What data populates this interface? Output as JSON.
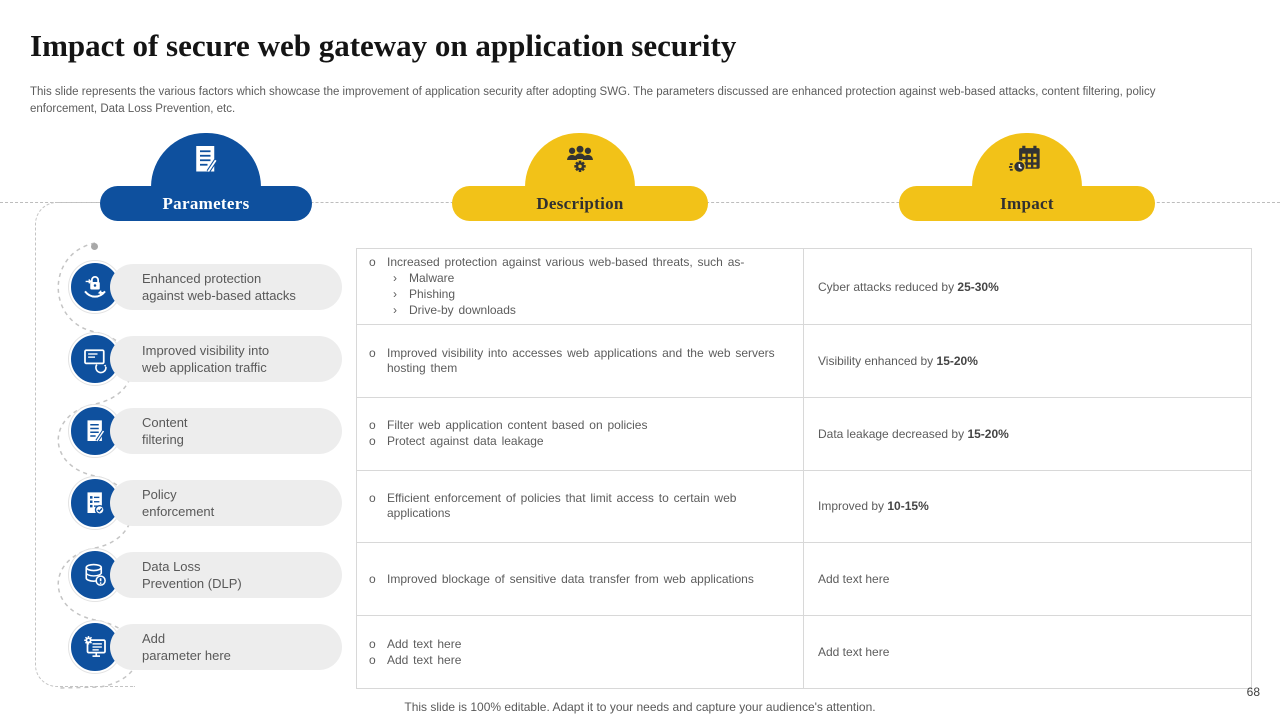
{
  "slide": {
    "title": "Impact of secure web gateway on application security",
    "subtitle": "This slide represents the various factors which showcase the improvement of application security after adopting SWG. The parameters discussed are enhanced protection against web-based attacks, content filtering, policy enforcement, Data Loss Prevention, etc.",
    "footer": "This slide is 100% editable. Adapt it to your needs and capture your audience's attention.",
    "page_number": "68"
  },
  "colors": {
    "blue": "#0e509e",
    "yellow": "#f2c218",
    "pill_gray": "#ededed",
    "text_gray": "#5c5c5c",
    "border_gray": "#d8d8d8"
  },
  "columns": {
    "parameters": {
      "label": "Parameters",
      "icon": "document-pen-icon"
    },
    "description": {
      "label": "Description",
      "icon": "team-gear-icon"
    },
    "impact": {
      "label": "Impact",
      "icon": "calendar-clock-icon"
    }
  },
  "parameters": [
    {
      "line1": "Enhanced protection",
      "line2": "against web-based attacks",
      "icon": "hand-lock-icon"
    },
    {
      "line1": "Improved visibility into",
      "line2": "web application traffic",
      "icon": "monitor-sync-icon"
    },
    {
      "line1": "Content",
      "line2": "filtering",
      "icon": "document-edit-icon"
    },
    {
      "line1": "Policy",
      "line2": "enforcement",
      "icon": "checklist-icon"
    },
    {
      "line1": "Data Loss",
      "line2": "Prevention (DLP)",
      "icon": "database-alert-icon"
    },
    {
      "line1": "Add",
      "line2": "parameter here",
      "icon": "monitor-settings-icon"
    }
  ],
  "rows": [
    {
      "bullets": [
        {
          "marker": "o",
          "text": "Increased protection against various web-based threats, such as-"
        },
        {
          "marker": "›",
          "text": "Malware"
        },
        {
          "marker": "›",
          "text": "Phishing"
        },
        {
          "marker": "›",
          "text": "Drive-by downloads"
        }
      ],
      "impact": {
        "text": "Cyber attacks reduced by ",
        "bold": "25-30%"
      }
    },
    {
      "bullets": [
        {
          "marker": "o",
          "text": "Improved visibility into accesses web applications and the web servers hosting them"
        }
      ],
      "impact": {
        "text": "Visibility enhanced by ",
        "bold": "15-20%"
      }
    },
    {
      "bullets": [
        {
          "marker": "o",
          "text": "Filter web application content based on policies"
        },
        {
          "marker": "o",
          "text": "Protect against data leakage"
        }
      ],
      "impact": {
        "text": "Data leakage decreased by ",
        "bold": "15-20%"
      }
    },
    {
      "bullets": [
        {
          "marker": "o",
          "text": "Efficient enforcement of policies that limit access to certain web applications"
        }
      ],
      "impact": {
        "text": "Improved by ",
        "bold": "10-15%"
      }
    },
    {
      "bullets": [
        {
          "marker": "o",
          "text": "Improved blockage of sensitive data transfer from web applications"
        }
      ],
      "impact": {
        "text": "Add text here",
        "bold": ""
      }
    },
    {
      "bullets": [
        {
          "marker": "o",
          "text": "Add text here"
        },
        {
          "marker": "o",
          "text": "Add text here"
        }
      ],
      "impact": {
        "text": "Add text here",
        "bold": ""
      }
    }
  ]
}
